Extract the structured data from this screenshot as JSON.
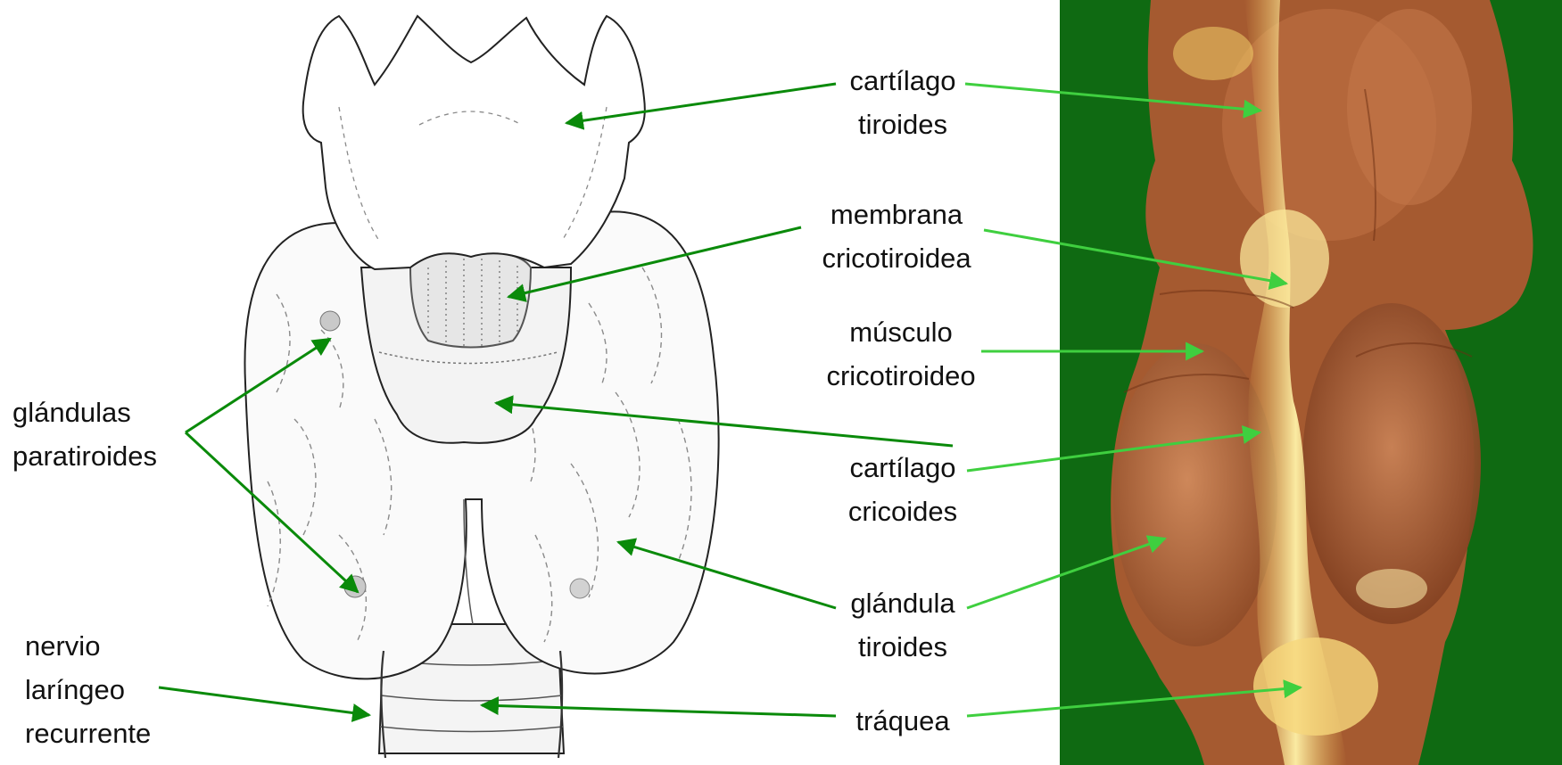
{
  "colors": {
    "arrow_dark": "#0a8a0a",
    "arrow_light": "#3fcf3f",
    "photo_background": "#0f6a12",
    "tissue": "#b46a3c",
    "highlight": "#f6e08a"
  },
  "labels": {
    "thyroid_cartilage": [
      "cartílago",
      "tiroides"
    ],
    "cricothyroid_membrane": [
      "membrana",
      "cricotiroidea"
    ],
    "cricothyroid_muscle": [
      "músculo",
      "cricotiroideo"
    ],
    "cricoid_cartilage": [
      "cartílago",
      "cricoides"
    ],
    "thyroid_gland": [
      "glándula",
      "tiroides"
    ],
    "trachea": [
      "tráquea"
    ],
    "parathyroid_glands": [
      "glándulas",
      "paratiroides"
    ],
    "recurrent_laryngeal_nerve": [
      "nervio",
      "laríngeo",
      "recurrente"
    ]
  }
}
